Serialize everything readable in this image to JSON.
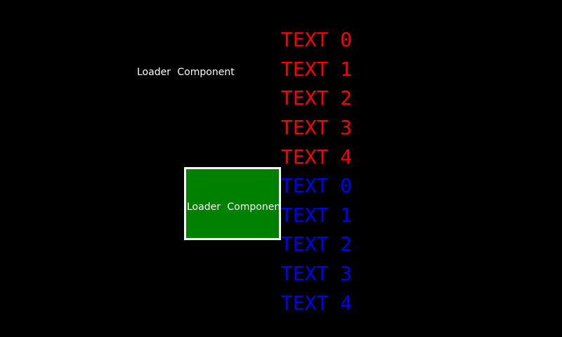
{
  "screen": {
    "background_color": "#000000"
  },
  "labels": {
    "floating_label": "Loader Component",
    "box_label": "Loader Component",
    "label_color": "#ffffff"
  },
  "loader_box": {
    "fill_color": "#008000",
    "border_color": "#ffffff"
  },
  "text_list": {
    "red_color": "#ff0000",
    "blue_color": "#0000ff",
    "red_items": [
      "TEXT 0",
      "TEXT 1",
      "TEXT 2",
      "TEXT 3",
      "TEXT 4"
    ],
    "blue_items": [
      "TEXT 0",
      "TEXT 1",
      "TEXT 2",
      "TEXT 3",
      "TEXT 4"
    ]
  }
}
